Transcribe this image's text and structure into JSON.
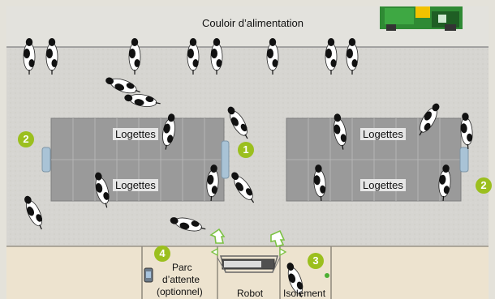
{
  "labels": {
    "feeding_aisle": "Couloir d’alimentation",
    "stalls_top_left": "Logettes",
    "stalls_bottom_left": "Logettes",
    "stalls_top_right": "Logettes",
    "stalls_bottom_right": "Logettes",
    "waiting_area_line1": "Parc",
    "waiting_area_line2": "d’attente",
    "waiting_area_line3": "(optionnel)",
    "robot": "Robot",
    "isolation": "Isolement"
  },
  "badges": {
    "b1": "1",
    "b2_left": "2",
    "b2_right": "2",
    "b3": "3",
    "b4": "4"
  },
  "colors": {
    "badge": "#9bbf1e",
    "floor": "#d6d5d1",
    "stall_block": "#9a9a9a",
    "bottom_area": "#ede3cf",
    "tractor": "#2f8a34",
    "arrow": "#7cc243"
  }
}
